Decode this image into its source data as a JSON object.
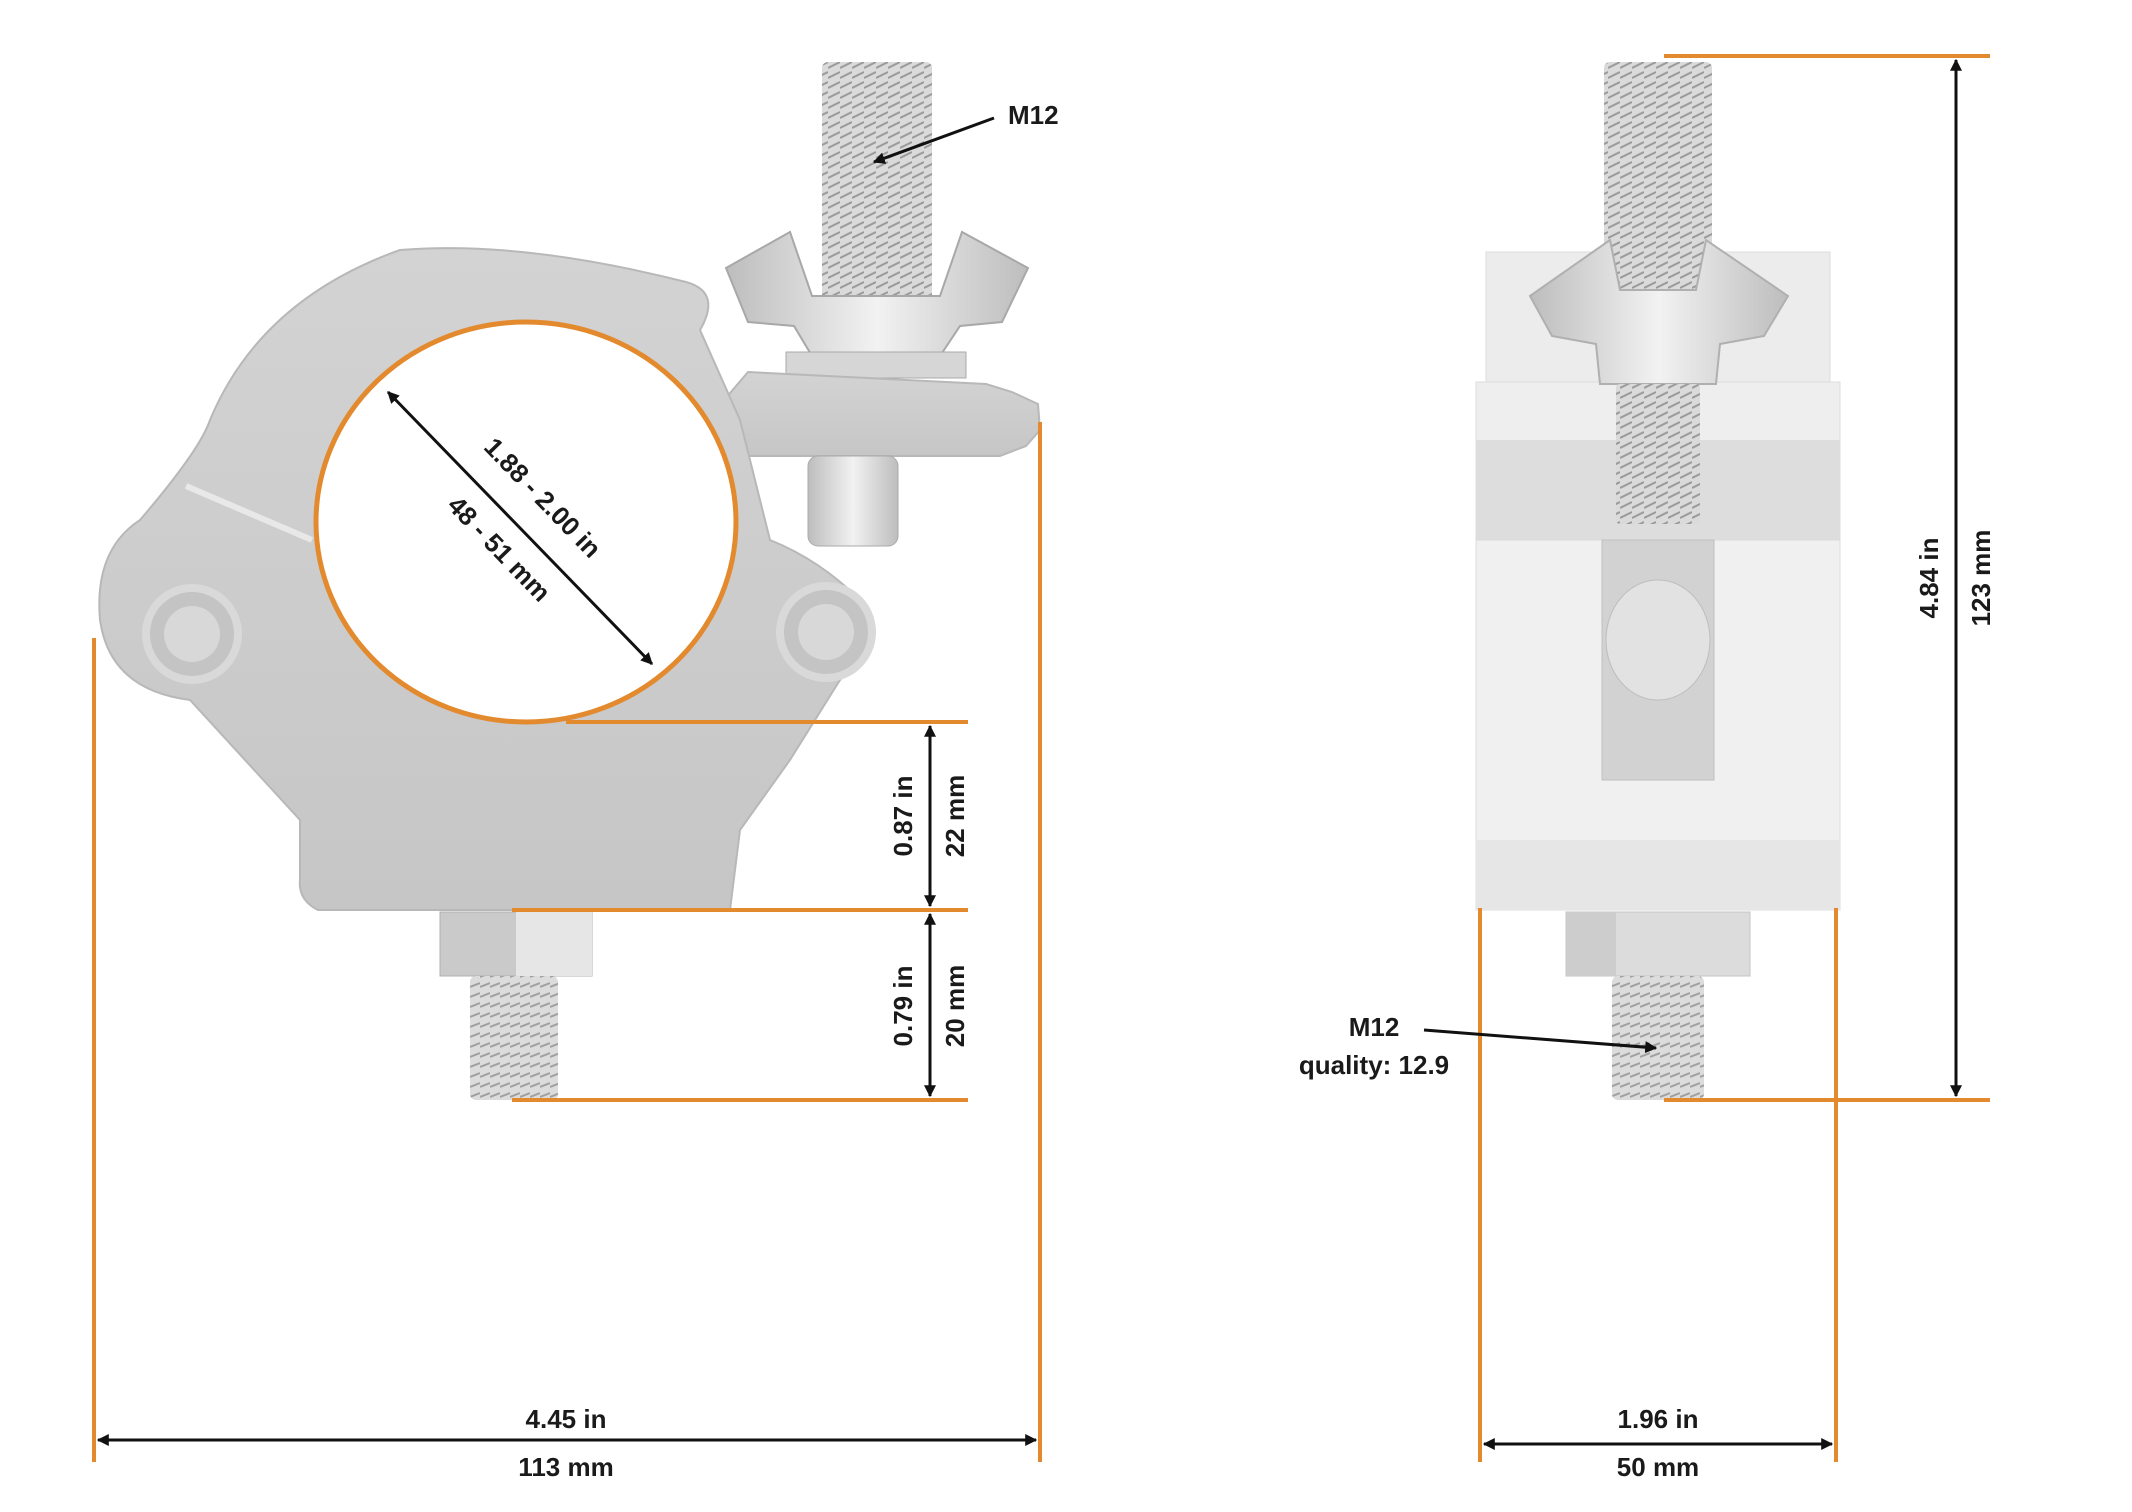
{
  "colors": {
    "accent": "#E38A2E",
    "part": "#CFCFCF",
    "part_shade": "#B5B5B5",
    "part_light": "#E6E6E6",
    "arrow": "#111111"
  },
  "side_view": {
    "bolt_callout": "M12",
    "pipe_diameter_in": "1.88 - 2.00 in",
    "pipe_diameter_mm": "48 - 51 mm",
    "jaw_height_in": "0.87 in",
    "jaw_height_mm": "22 mm",
    "bolt_length_in": "0.79 in",
    "bolt_length_mm": "20 mm",
    "width_in": "4.45 in",
    "width_mm": "113 mm"
  },
  "front_view": {
    "height_in": "4.84 in",
    "height_mm": "123 mm",
    "bolt_callout": "M12",
    "bolt_quality": "quality: 12.9",
    "width_in": "1.96 in",
    "width_mm": "50 mm"
  }
}
